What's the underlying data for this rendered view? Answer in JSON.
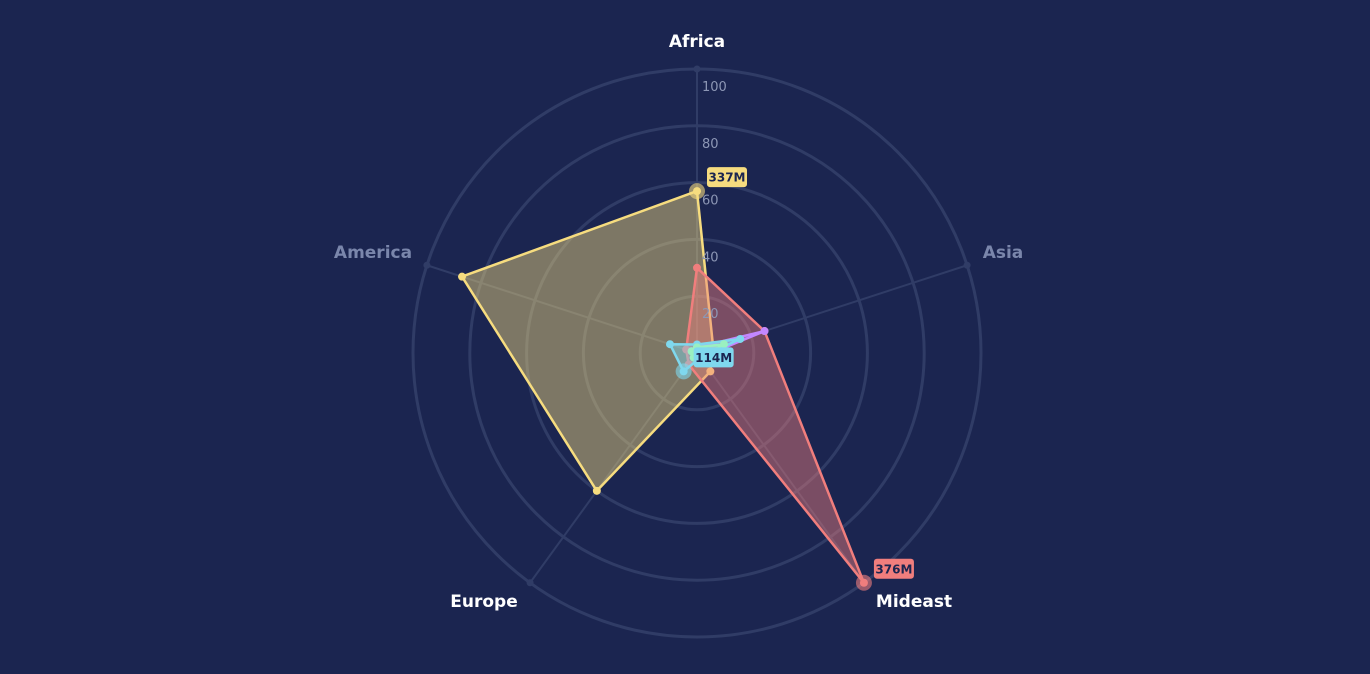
{
  "chart_data": {
    "type": "radar",
    "axes": [
      "Africa",
      "Asia",
      "Mideast",
      "Europe",
      "America"
    ],
    "active_axes": [
      "Africa",
      "Mideast",
      "Europe"
    ],
    "rlim": [
      0,
      100
    ],
    "ticks": [
      "20",
      "40",
      "60",
      "80",
      "100"
    ],
    "grid": true,
    "series": [
      {
        "color": "#f6dc7f",
        "values": [
          57,
          6,
          8,
          60,
          87
        ]
      },
      {
        "color": "#f07e7d",
        "values": [
          30,
          25,
          100,
          5,
          4
        ]
      },
      {
        "color": "#c387ff",
        "values": [
          2,
          25,
          2,
          2,
          2
        ]
      },
      {
        "color": "#7fd8ee",
        "values": [
          3,
          16,
          2,
          8,
          10
        ]
      },
      {
        "color": "#9af0c0",
        "values": [
          2,
          10,
          2,
          2,
          2
        ]
      }
    ],
    "annotations": [
      {
        "label": "337M",
        "axis": "Africa",
        "value": 57,
        "color": "#f6dc7f"
      },
      {
        "label": "376M",
        "axis": "Mideast",
        "value": 100,
        "color": "#f07e7d"
      },
      {
        "label": "114M",
        "axis": "Europe",
        "value": 8,
        "color": "#7fd8ee"
      }
    ],
    "colors": {
      "background": "#1b2550",
      "grid": "#303c66",
      "label_active": "#ffffff",
      "label_inactive": "#7a86ab"
    }
  }
}
